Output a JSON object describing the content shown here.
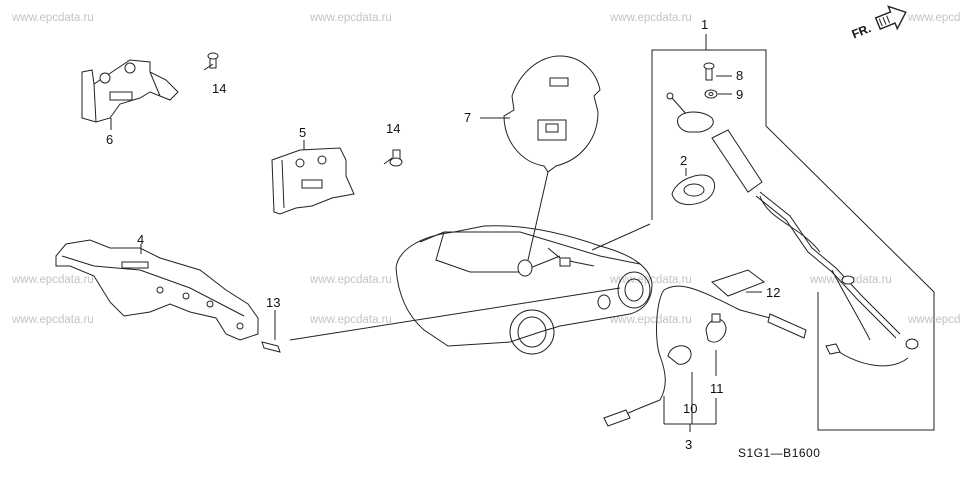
{
  "watermark": "www.epcdata.ru",
  "diagram_code": "S1G1—B1600",
  "direction_label": "FR.",
  "callouts": {
    "c1": "1",
    "c2": "2",
    "c3": "3",
    "c4": "4",
    "c5": "5",
    "c6": "6",
    "c7": "7",
    "c8": "8",
    "c9": "9",
    "c10": "10",
    "c11": "11",
    "c12": "12",
    "c13": "13",
    "c14a": "14",
    "c14b": "14"
  },
  "icons": {
    "direction": "arrow-right-icon",
    "car": "car-outline-icon",
    "antenna": "antenna-mast-icon"
  }
}
